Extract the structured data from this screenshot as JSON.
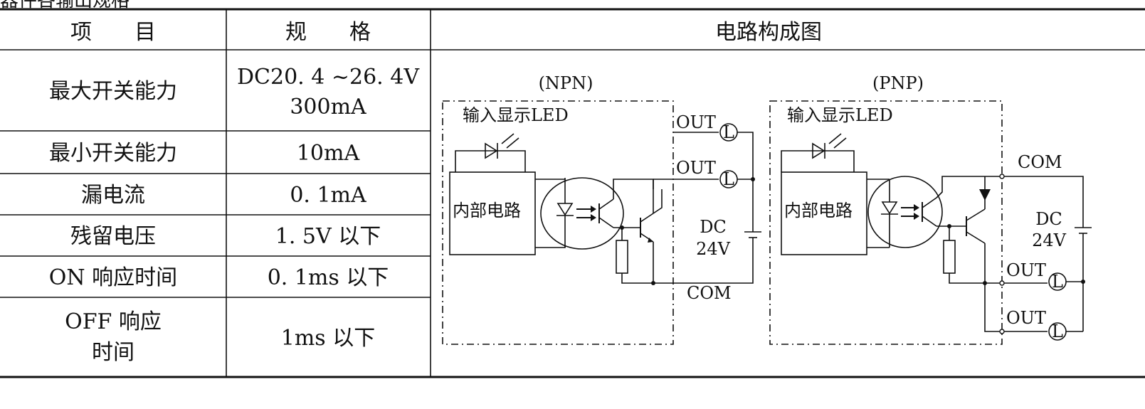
{
  "caption": "器件各输出规格",
  "table": {
    "headers": {
      "item": "项　　目",
      "spec": "规　　格",
      "diagram": "电路构成图"
    },
    "rows": [
      {
        "item": [
          "最大开关能力"
        ],
        "spec": [
          "DC20. 4 ~26. 4V",
          "300mA"
        ]
      },
      {
        "item": [
          "最小开关能力"
        ],
        "spec": [
          "10mA"
        ]
      },
      {
        "item": [
          "漏电流"
        ],
        "spec": [
          "0. 1mA"
        ]
      },
      {
        "item": [
          "残留电压"
        ],
        "spec": [
          "1. 5V 以下"
        ]
      },
      {
        "item": [
          "ON 响应时间"
        ],
        "spec": [
          "0. 1ms 以下"
        ]
      },
      {
        "item": [
          "OFF 响应",
          "时间"
        ],
        "spec": [
          "1ms 以下"
        ]
      }
    ]
  },
  "diagram": {
    "npn": {
      "title": "(NPN)",
      "led_label": "输入显示LED",
      "block_label": "内部电路",
      "out1": "OUT",
      "out2": "OUT",
      "load1": "L",
      "load2": "L",
      "dc": "DC",
      "volt": "24V",
      "com": "COM"
    },
    "pnp": {
      "title": "(PNP)",
      "led_label": "输入显示LED",
      "block_label": "内部电路",
      "com": "COM",
      "dc": "DC",
      "volt": "24V",
      "out1": "OUT",
      "out2": "OUT",
      "load1": "L",
      "load2": "L"
    }
  }
}
